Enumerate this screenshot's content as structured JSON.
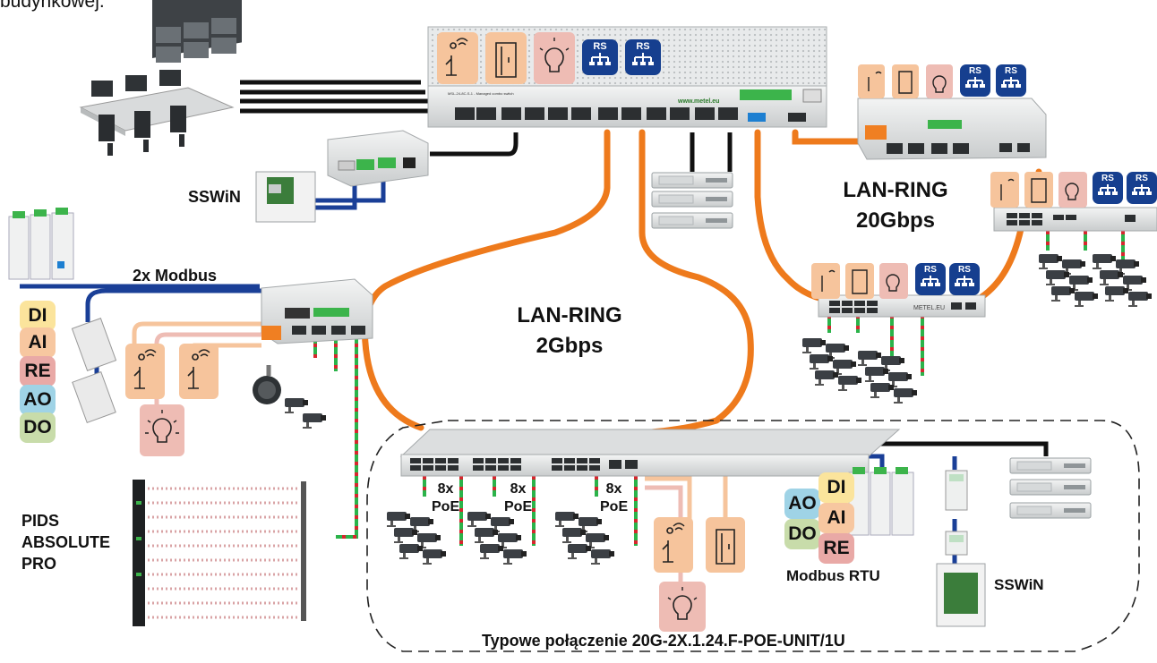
{
  "caption_partial": "budynkowej.",
  "labels": {
    "sswin_top": "SSWiN",
    "modbus2x": "2x Modbus",
    "ring_2g_line1": "LAN-RING",
    "ring_2g_line2": "2Gbps",
    "ring_20g_line1": "LAN-RING",
    "ring_20g_line2": "20Gbps",
    "pids_line1": "PIDS",
    "pids_line2": "ABSOLUTE",
    "pids_line3": "PRO",
    "poe": [
      "8x",
      "PoE"
    ],
    "modbus_rtu": "Modbus RTU",
    "sswin_bottom": "SSWiN",
    "typical": "Typowe połączenie 20G-2X.1.24.F-POE-UNIT/1U"
  },
  "io_tags": {
    "left": [
      "DI",
      "AI",
      "RE",
      "AO",
      "DO"
    ],
    "rtu_left": [
      "AO",
      "DO"
    ],
    "rtu_right": [
      "DI",
      "AI",
      "RE"
    ]
  },
  "rs_label": "RS",
  "device_text": {
    "main_switch_url": "www.metel.eu",
    "main_switch_model": "MSL-24-8C-S-1 - Managed combo switch",
    "ring_switch_brand": "METEL.EU"
  },
  "colors": {
    "ring": "#ee7a1c",
    "modbus": "#1a3f97",
    "black": "#111111",
    "poe_green": "#2bb34a",
    "poe_red": "#d7262e",
    "rs_bg": "#163f8f",
    "sensor_orange": "#f6c49c",
    "light_pink": "#eebcb4"
  },
  "icons": [
    "rs485-icon",
    "speaker-person-icon",
    "door-icon",
    "lightbulb-icon",
    "camera-icon",
    "dome-camera-icon",
    "server-icon",
    "workstation-icon"
  ]
}
